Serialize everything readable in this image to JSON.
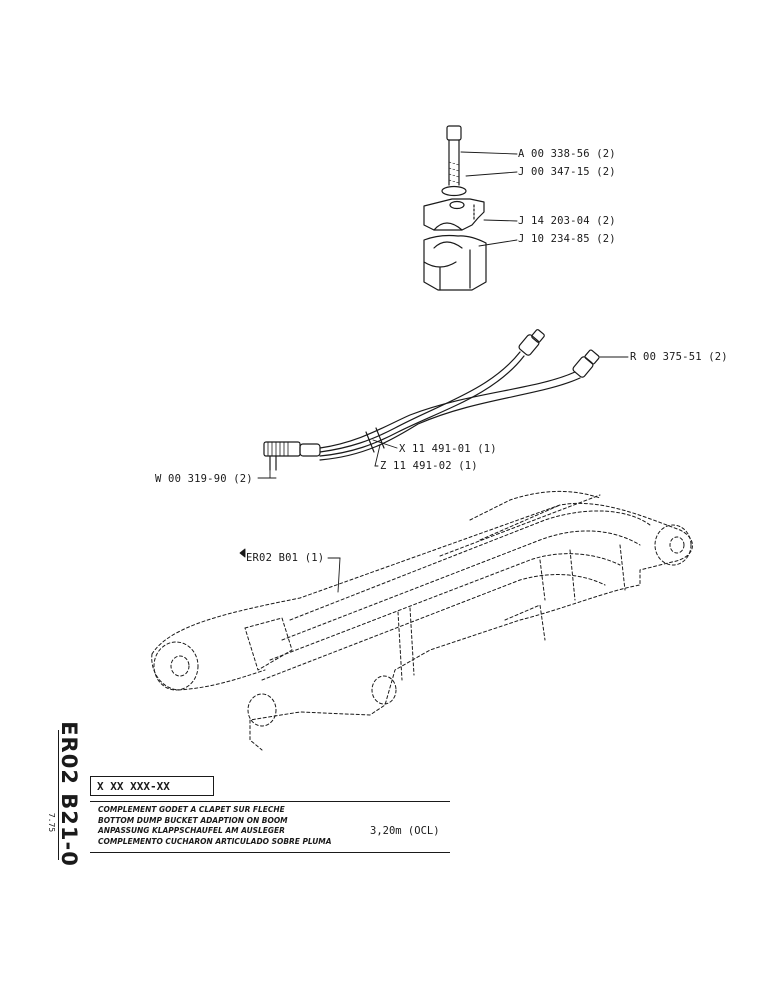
{
  "labels": {
    "a": "A 00 338-56 (2)",
    "j1": "J 00 347-15 (2)",
    "j2": "J 14 203-04 (2)",
    "j3": "J 10 234-85 (2)",
    "r": "R 00 375-51 (2)",
    "x": "X 11 491-01 (1)",
    "z": "Z 11 491-02 (1)",
    "w": "W 00 319-90 (2)",
    "er": "ER02 B01 (1)"
  },
  "sheet": {
    "code": "ER02 B21-0",
    "page": "7.75",
    "part_code": "X XX XXX-XX",
    "titles": [
      "COMPLEMENT GODET A CLAPET SUR FLECHE",
      "BOTTOM DUMP BUCKET ADAPTION ON BOOM",
      "ANPASSUNG KLAPPSCHAUFEL AM AUSLEGER",
      "COMPLEMENTO CUCHARON ARTICULADO SOBRE PLUMA"
    ],
    "spec": "3,20m (OCL)"
  }
}
